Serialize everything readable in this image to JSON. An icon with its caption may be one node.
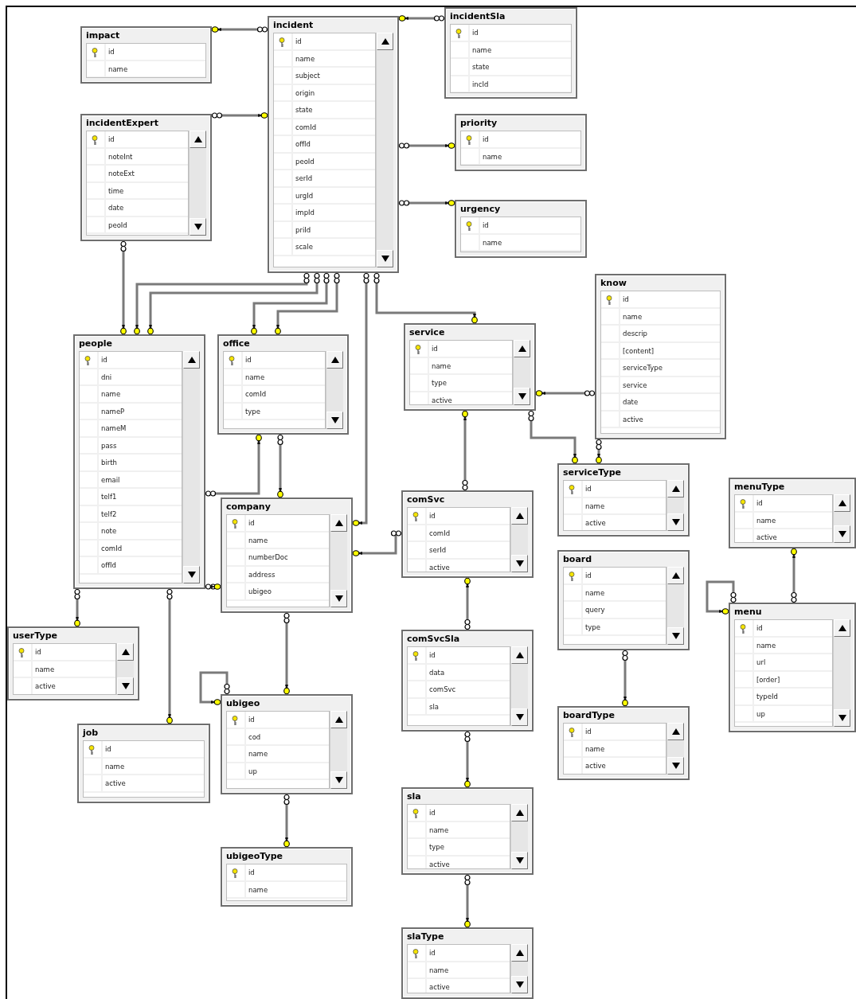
{
  "diagram": {
    "nodes": [
      {
        "text": [
          "impact",
          "id",
          "name"
        ]
      },
      {
        "text": [
          "incident",
          "id",
          "name",
          "subject",
          "origin",
          "state",
          "comId",
          "offId",
          "peoId",
          "serId",
          "urgId",
          "impId",
          "priId",
          "scale"
        ]
      },
      {
        "text": [
          "incidentSla",
          "id",
          "name",
          "state",
          "incId"
        ]
      },
      {
        "text": [
          "incidentExpert",
          "id",
          "noteInt",
          "noteExt",
          "time",
          "date",
          "peoId"
        ]
      },
      {
        "text": [
          "priority",
          "id",
          "name"
        ]
      },
      {
        "text": [
          "urgency",
          "id",
          "name"
        ]
      },
      {
        "text": [
          "know",
          "id",
          "name",
          "descrip",
          "[content]",
          "serviceType",
          "service",
          "date",
          "active"
        ]
      },
      {
        "text": [
          "people",
          "id",
          "dni",
          "name",
          "nameP",
          "nameM",
          "pass",
          "birth",
          "email",
          "telf1",
          "telf2",
          "note",
          "comId",
          "offId"
        ]
      },
      {
        "text": [
          "office",
          "id",
          "name",
          "comId",
          "type"
        ]
      },
      {
        "text": [
          "service",
          "id",
          "name",
          "type",
          "active"
        ]
      },
      {
        "text": [
          "serviceType",
          "id",
          "name",
          "active"
        ]
      },
      {
        "text": [
          "menuType",
          "id",
          "name",
          "active"
        ]
      },
      {
        "text": [
          "company",
          "id",
          "name",
          "numberDoc",
          "address",
          "ubigeo"
        ]
      },
      {
        "text": [
          "comSvc",
          "id",
          "comId",
          "serId",
          "active"
        ]
      },
      {
        "text": [
          "board",
          "id",
          "name",
          "query",
          "type"
        ]
      },
      {
        "text": [
          "userType",
          "id",
          "name",
          "active"
        ]
      },
      {
        "text": [
          "menu",
          "id",
          "name",
          "url",
          "[order]",
          "typeId",
          "up"
        ]
      },
      {
        "text": [
          "ubigeo",
          "id",
          "cod",
          "name",
          "up"
        ]
      },
      {
        "text": [
          "comSvcSla",
          "id",
          "data",
          "comSvc",
          "sla"
        ]
      },
      {
        "text": [
          "boardType",
          "id",
          "name",
          "active"
        ]
      },
      {
        "text": [
          "job",
          "id",
          "name",
          "active"
        ]
      },
      {
        "text": [
          "sla",
          "id",
          "name",
          "type",
          "active"
        ]
      },
      {
        "text": [
          "ubigeoType",
          "id",
          "name"
        ]
      },
      {
        "text": [
          "slaType",
          "id",
          "name",
          "active"
        ]
      }
    ],
    "edges": [
      {
        "from": 1,
        "to": 0,
        "arrow": "other"
      },
      {
        "from": 2,
        "to": 1,
        "arrow": "other"
      },
      {
        "from": 3,
        "to": 1,
        "arrow": "other"
      },
      {
        "from": 1,
        "to": 4,
        "arrow": "other"
      },
      {
        "from": 1,
        "to": 5,
        "arrow": "other"
      },
      {
        "from": 3,
        "to": 7,
        "arrow": "other"
      },
      {
        "from": 1,
        "to": 7,
        "arrow": "other"
      },
      {
        "from": 1,
        "to": 7,
        "arrow": "other"
      },
      {
        "from": 1,
        "to": 8,
        "arrow": "other"
      },
      {
        "from": 1,
        "to": 8,
        "arrow": "other"
      },
      {
        "from": 1,
        "to": 12,
        "arrow": "other"
      },
      {
        "from": 1,
        "to": 9,
        "arrow": "other"
      },
      {
        "from": 6,
        "to": 9,
        "arrow": "other"
      },
      {
        "from": 9,
        "to": 10,
        "arrow": "other"
      },
      {
        "from": 6,
        "to": 10,
        "arrow": "other"
      },
      {
        "from": 13,
        "to": 9,
        "arrow": "other"
      },
      {
        "from": 13,
        "to": 12,
        "arrow": "other"
      },
      {
        "from": 7,
        "to": 8,
        "arrow": "other"
      },
      {
        "from": 8,
        "to": 12,
        "arrow": "other"
      },
      {
        "from": 7,
        "to": 12,
        "arrow": "other"
      },
      {
        "from": 7,
        "to": 15,
        "arrow": "other"
      },
      {
        "from": 7,
        "to": 20,
        "arrow": "other"
      },
      {
        "from": 12,
        "to": 17,
        "arrow": "other"
      },
      {
        "from": 17,
        "to": 17,
        "arrow": "other"
      },
      {
        "from": 17,
        "to": 22,
        "arrow": "other"
      },
      {
        "from": 18,
        "to": 13,
        "arrow": "other"
      },
      {
        "from": 18,
        "to": 21,
        "arrow": "other"
      },
      {
        "from": 21,
        "to": 23,
        "arrow": "other"
      },
      {
        "from": 14,
        "to": 19,
        "arrow": "other"
      },
      {
        "from": 16,
        "to": 11,
        "arrow": "other"
      },
      {
        "from": 16,
        "to": 16,
        "arrow": "other"
      }
    ]
  }
}
